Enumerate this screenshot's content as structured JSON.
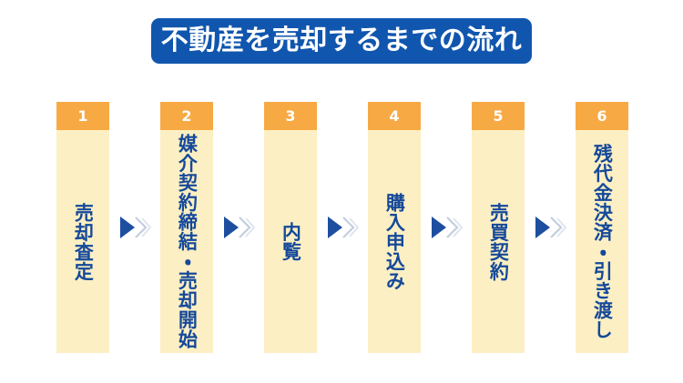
{
  "page": {
    "background_color": "#ffffff",
    "language": "ja"
  },
  "title": {
    "text": "不動産を売却するまでの流れ",
    "background_color": "#1156ae",
    "text_color": "#ffffff"
  },
  "flow": {
    "header_color": "#f7a944",
    "column_color": "#fcefc3",
    "label_color": "#15499a",
    "arrow_color": "#1d4ea0",
    "arrow_ghost_color": "#c3cede",
    "steps": [
      {
        "number": "1",
        "label": "売却査定"
      },
      {
        "number": "2",
        "label": "媒介契約締結・売却開始"
      },
      {
        "number": "3",
        "label": "内覧"
      },
      {
        "number": "4",
        "label": "購入申込み"
      },
      {
        "number": "5",
        "label": "売買契約"
      },
      {
        "number": "6",
        "label": "残代金決済・引き渡し"
      }
    ],
    "arrows": [
      {
        "name": "arrow-1-to-2"
      },
      {
        "name": "arrow-2-to-3"
      },
      {
        "name": "arrow-3-to-4"
      },
      {
        "name": "arrow-4-to-5"
      },
      {
        "name": "arrow-5-to-6"
      }
    ]
  }
}
